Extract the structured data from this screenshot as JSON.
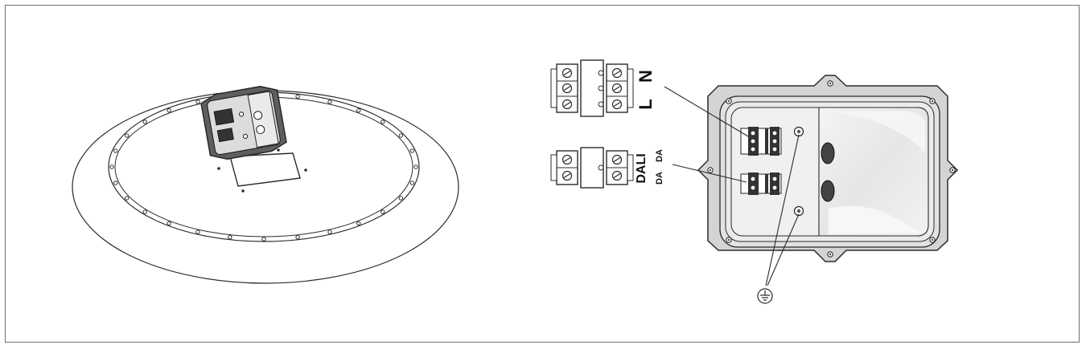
{
  "terminal_labels": {
    "mains": {
      "neutral": "N",
      "live": "L"
    },
    "dali": {
      "main": "DALI",
      "da_top": "DA",
      "da_bottom": "DA"
    }
  },
  "icons": {
    "ground": "ground-symbol-icon"
  },
  "colors": {
    "outline": "#2b2b2b",
    "housing": "#d9d9d9",
    "cover": "#ececec",
    "frame": "#6f6f6f"
  }
}
